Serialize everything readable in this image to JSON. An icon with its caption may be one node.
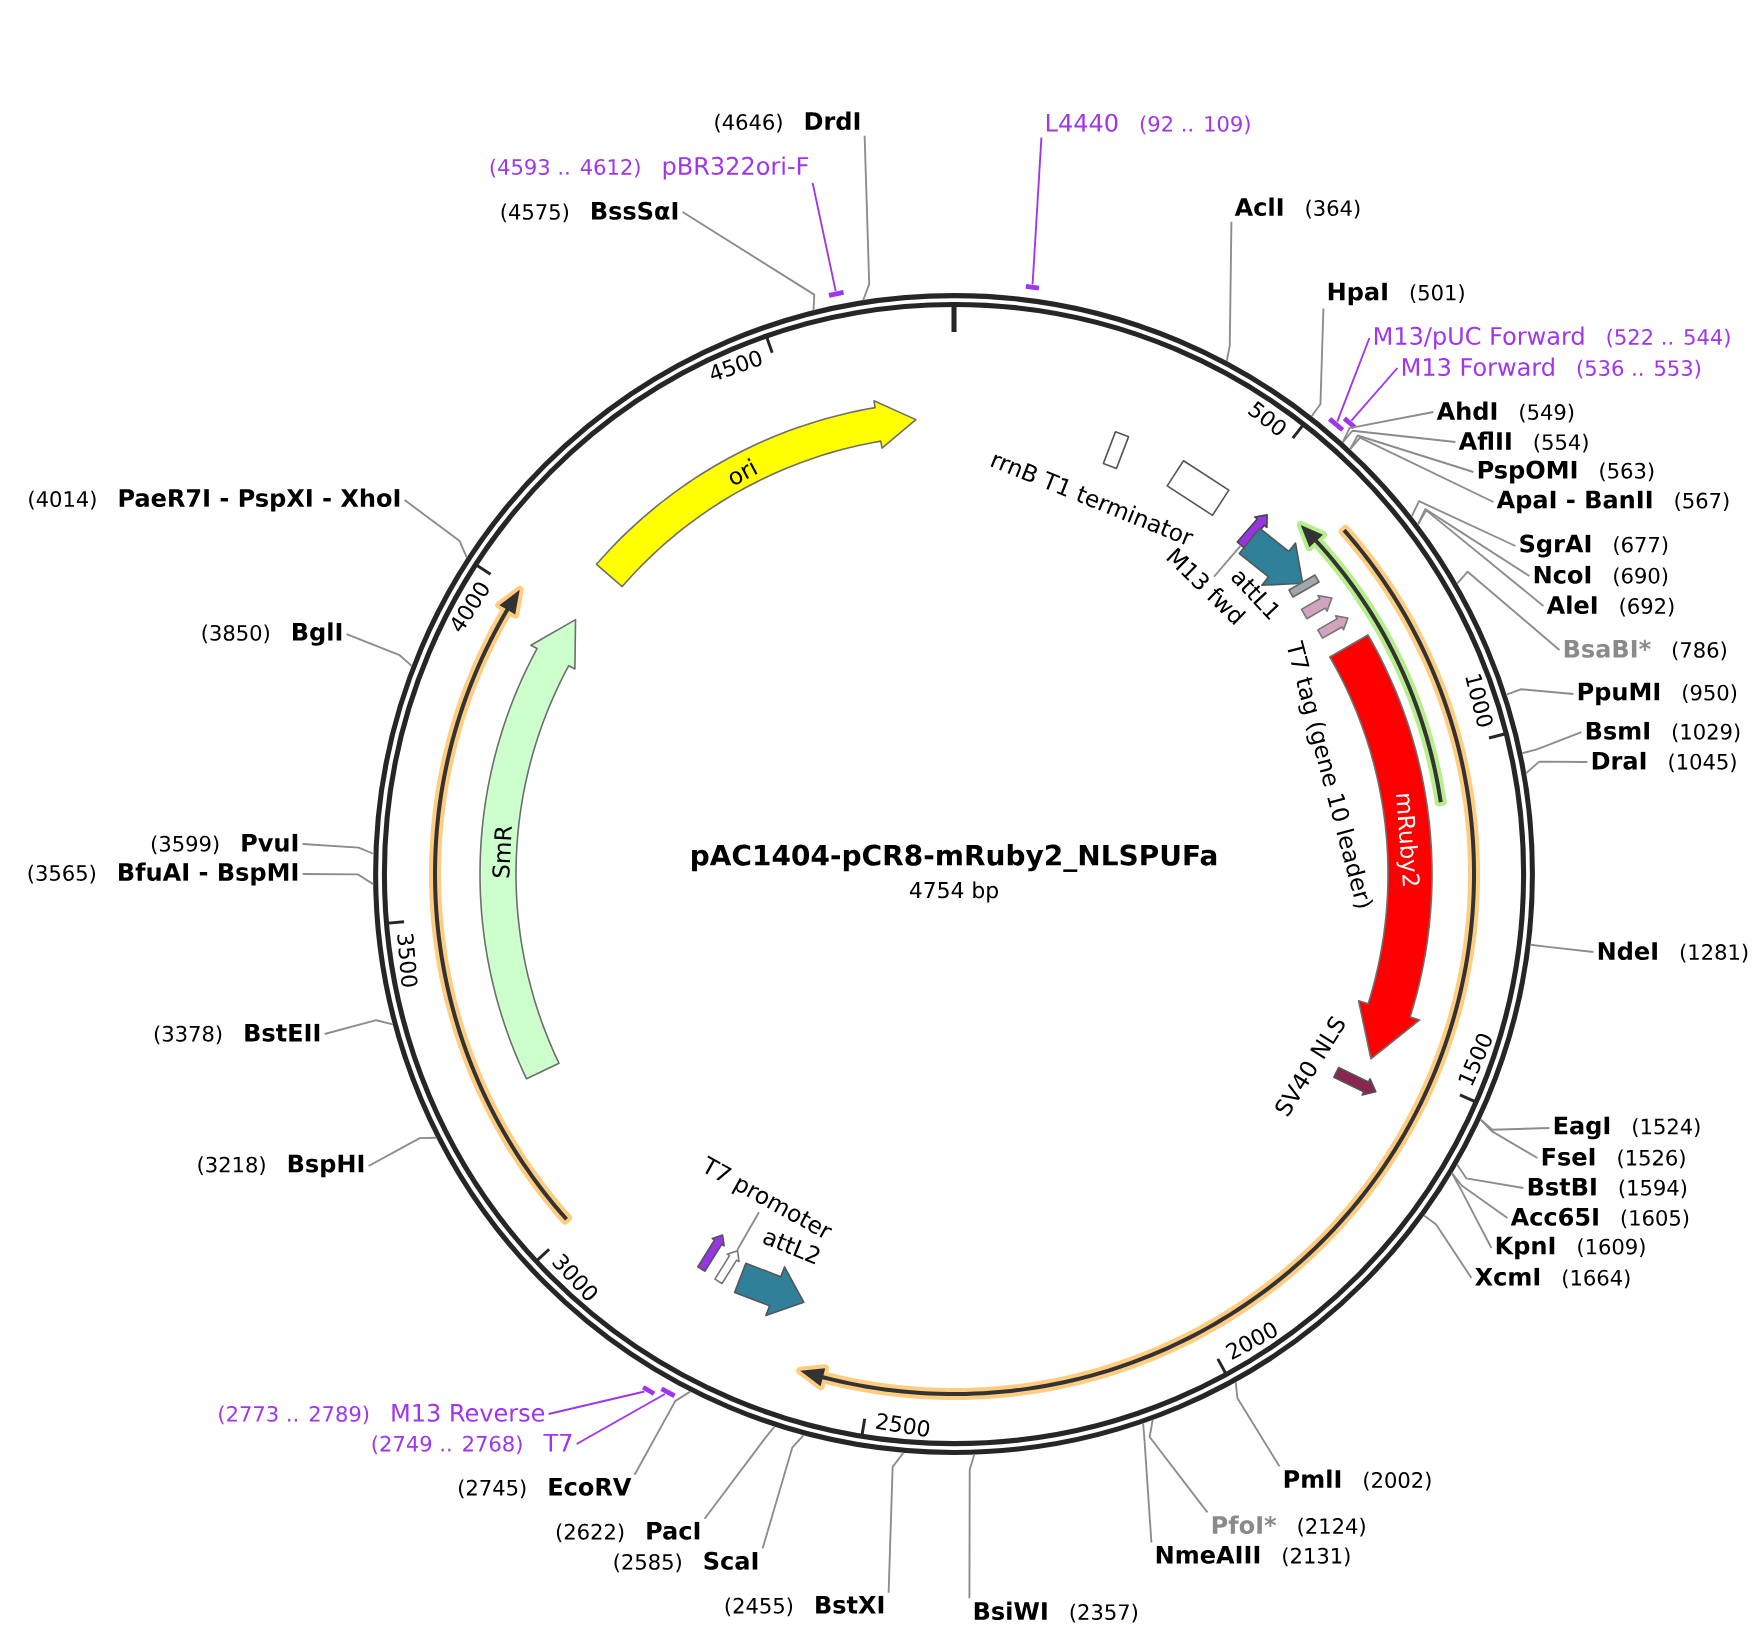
{
  "diagram": {
    "title": "pAC1404-pCR8-mRuby2_NLSPUFa",
    "nodes": [
      {
        "text": [
          "L4440",
          "(92 .. 109)"
        ]
      },
      {
        "text": [],
        "shape": "bar"
      },
      {
        "text": [
          "AclI",
          "(364)"
        ]
      },
      {
        "text": [
          "HpaI",
          "(501)"
        ]
      },
      {
        "text": [
          "M13/pUC Forward",
          "(522 .. 544)"
        ]
      },
      {
        "text": [],
        "shape": "bar"
      },
      {
        "text": [
          "M13 Forward",
          "(536 .. 553)"
        ]
      },
      {
        "text": [],
        "shape": "bar"
      },
      {
        "text": [
          "AhdI",
          "(549)"
        ]
      },
      {
        "text": [
          "AflII",
          "(554)"
        ]
      },
      {
        "text": [
          "PspOMI",
          "(563)"
        ]
      },
      {
        "text": [
          "ApaI - BanII",
          "(567)"
        ]
      },
      {
        "text": [
          "SgrAI",
          "(677)"
        ]
      },
      {
        "text": [
          "NcoI",
          "(690)"
        ]
      },
      {
        "text": [
          "AleI",
          "(692)"
        ]
      },
      {
        "text": [
          "BsaBI*",
          "(786)"
        ]
      },
      {
        "text": [
          "PpuMI",
          "(950)"
        ]
      },
      {
        "text": [
          "BsmI",
          "(1029)"
        ]
      },
      {
        "text": [
          "DraI",
          "(1045)"
        ]
      },
      {
        "text": [
          "NdeI",
          "(1281)"
        ]
      },
      {
        "text": [
          "EagI",
          "(1524)"
        ]
      },
      {
        "text": [
          "FseI",
          "(1526)"
        ]
      },
      {
        "text": [
          "BstBI",
          "(1594)"
        ]
      },
      {
        "text": [
          "Acc65I",
          "(1605)"
        ]
      },
      {
        "text": [
          "KpnI",
          "(1609)"
        ]
      },
      {
        "text": [
          "XcmI",
          "(1664)"
        ]
      },
      {
        "text": [
          "PmlI",
          "(2002)"
        ]
      },
      {
        "text": [
          "PfoI*",
          "(2124)"
        ]
      },
      {
        "text": [
          "NmeAIII",
          "(2131)"
        ]
      },
      {
        "text": [
          "BsiWI",
          "(2357)"
        ]
      },
      {
        "text": [
          "(2455)",
          "BstXI"
        ]
      },
      {
        "text": [
          "(2585)",
          "ScaI"
        ]
      },
      {
        "text": [
          "(2622)",
          "PacI"
        ]
      },
      {
        "text": [
          "(2745)",
          "EcoRV"
        ]
      },
      {
        "text": [
          "(2749 .. 2768)",
          "T7"
        ]
      },
      {
        "text": [],
        "shape": "bar"
      },
      {
        "text": [
          "(2773 .. 2789)",
          "M13 Reverse"
        ]
      },
      {
        "text": [],
        "shape": "bar"
      },
      {
        "text": [
          "(3218)",
          "BspHI"
        ]
      },
      {
        "text": [
          "(3378)",
          "BstEII"
        ]
      },
      {
        "text": [
          "(3565)",
          "BfuAI - BspMI"
        ]
      },
      {
        "text": [
          "(3599)",
          "PvuI"
        ]
      },
      {
        "text": [
          "(3850)",
          "BglI"
        ]
      },
      {
        "text": [
          "(4014)",
          "PaeR7I - PspXI - XhoI"
        ]
      },
      {
        "text": [
          "(4575)",
          "BssSαI"
        ]
      },
      {
        "text": [
          "(4593 .. 4612)",
          "pBR322ori-F"
        ]
      },
      {
        "text": [],
        "shape": "bar"
      },
      {
        "text": [
          "(4646)",
          "DrdI"
        ]
      },
      {
        "text": [],
        "shape": "circle"
      },
      {
        "text": [],
        "shape": "box",
        "in": 48
      },
      {
        "text": [],
        "shape": "box",
        "in": 48,
        "beside": [
          "rrnB T1 terminator"
        ]
      },
      {
        "text": [],
        "shape": "arrow",
        "in": 48
      },
      {
        "text": [
          "M13 fwd"
        ],
        "in": 48
      },
      {
        "text": [],
        "shape": "arrow",
        "in": 48,
        "beside": [
          "attL1"
        ]
      },
      {
        "text": [],
        "shape": "bar",
        "in": 48
      },
      {
        "text": [],
        "shape": "arrow",
        "in": 48
      },
      {
        "text": [],
        "shape": "arrow",
        "in": 48
      },
      {
        "text": [
          "mRuby2"
        ],
        "in": 48
      },
      {
        "text": [],
        "shape": "arrow",
        "in": 48,
        "beside": [
          "SV40 NLS"
        ]
      },
      {
        "text": [],
        "shape": "arrow",
        "in": 48,
        "beside": [
          "attL2"
        ]
      },
      {
        "text": [],
        "shape": "arrow",
        "in": 48
      },
      {
        "text": [
          "T7 promoter"
        ],
        "in": 48
      },
      {
        "text": [],
        "shape": "arrow",
        "in": 48
      },
      {
        "text": [
          "SmR"
        ],
        "in": 48
      },
      {
        "text": [
          "ori"
        ],
        "in": 48
      },
      {
        "text": [],
        "shape": "arrow",
        "in": 48
      },
      {
        "text": [],
        "shape": "arrow",
        "in": 48
      },
      {
        "text": [],
        "shape": "arrow",
        "in": 48
      }
    ],
    "edges": [
      {
        "from": 0,
        "to": 1,
        "arrow": "none",
        "color": "#a035f0"
      },
      {
        "from": 2,
        "to": 48,
        "arrow": "none"
      },
      {
        "from": 3,
        "to": 48,
        "arrow": "none"
      },
      {
        "from": 4,
        "to": 5,
        "arrow": "none",
        "color": "#a035f0"
      },
      {
        "from": 6,
        "to": 7,
        "arrow": "none",
        "color": "#a035f0"
      },
      {
        "from": 8,
        "to": 48,
        "arrow": "none"
      },
      {
        "from": 9,
        "to": 48,
        "arrow": "none"
      },
      {
        "from": 10,
        "to": 48,
        "arrow": "none"
      },
      {
        "from": 11,
        "to": 48,
        "arrow": "none"
      },
      {
        "from": 12,
        "to": 48,
        "arrow": "none"
      },
      {
        "from": 13,
        "to": 48,
        "arrow": "none"
      },
      {
        "from": 14,
        "to": 48,
        "arrow": "none"
      },
      {
        "from": 15,
        "to": 48,
        "arrow": "none"
      },
      {
        "from": 16,
        "to": 48,
        "arrow": "none"
      },
      {
        "from": 17,
        "to": 48,
        "arrow": "none"
      },
      {
        "from": 18,
        "to": 48,
        "arrow": "none"
      },
      {
        "from": 19,
        "to": 48,
        "arrow": "none"
      },
      {
        "from": 20,
        "to": 48,
        "arrow": "none"
      },
      {
        "from": 21,
        "to": 48,
        "arrow": "none"
      },
      {
        "from": 22,
        "to": 48,
        "arrow": "none"
      },
      {
        "from": 23,
        "to": 48,
        "arrow": "none"
      },
      {
        "from": 24,
        "to": 48,
        "arrow": "none"
      },
      {
        "from": 25,
        "to": 48,
        "arrow": "none"
      },
      {
        "from": 26,
        "to": 48,
        "arrow": "none"
      },
      {
        "from": 27,
        "to": 48,
        "arrow": "none"
      },
      {
        "from": 28,
        "to": 48,
        "arrow": "none"
      },
      {
        "from": 29,
        "to": 48,
        "arrow": "none"
      },
      {
        "from": 30,
        "to": 48,
        "arrow": "none"
      },
      {
        "from": 31,
        "to": 48,
        "arrow": "none"
      },
      {
        "from": 32,
        "to": 48,
        "arrow": "none"
      },
      {
        "from": 33,
        "to": 48,
        "arrow": "none"
      },
      {
        "from": 34,
        "to": 35,
        "arrow": "none",
        "color": "#a035f0"
      },
      {
        "from": 36,
        "to": 37,
        "arrow": "none",
        "color": "#a035f0"
      },
      {
        "from": 38,
        "to": 48,
        "arrow": "none"
      },
      {
        "from": 39,
        "to": 48,
        "arrow": "none"
      },
      {
        "from": 40,
        "to": 48,
        "arrow": "none"
      },
      {
        "from": 41,
        "to": 48,
        "arrow": "none"
      },
      {
        "from": 42,
        "to": 48,
        "arrow": "none"
      },
      {
        "from": 43,
        "to": 48,
        "arrow": "none"
      },
      {
        "from": 44,
        "to": 48,
        "arrow": "none"
      },
      {
        "from": 45,
        "to": 46,
        "arrow": "none",
        "color": "#a035f0"
      },
      {
        "from": 47,
        "to": 48,
        "arrow": "none"
      },
      {
        "from": 52,
        "to": 51,
        "arrow": "none"
      },
      {
        "from": 61,
        "to": 60,
        "arrow": "none"
      }
    ],
    "labels": [
      "4754 bp",
      "500",
      "1000",
      "1500",
      "2000",
      "2500",
      "3000",
      "3500",
      "4000",
      "4500",
      "T7 tag (gene 10 leader)"
    ]
  }
}
